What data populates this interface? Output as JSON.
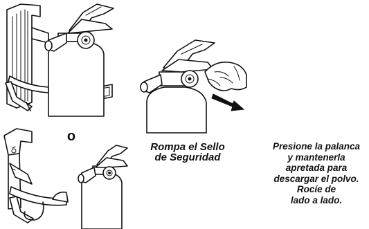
{
  "or_label": "o",
  "caption_break_seal": "Rompa el Sello\nde Seguridad",
  "caption_press_lever": "Presione la palanca\ny mantenerla\napretada para\ndescargar el polvo.\nRocíe de\nlado a lado.",
  "icons": {
    "wall_bracket": "wall-bracket-icon",
    "strap_bracket": "strap-bracket-icon",
    "fire_extinguisher": "fire-extinguisher-icon",
    "hand": "hand-icon",
    "pull_arrow": "pull-arrow-icon",
    "press_arrow": "press-down-arrow-icon"
  }
}
